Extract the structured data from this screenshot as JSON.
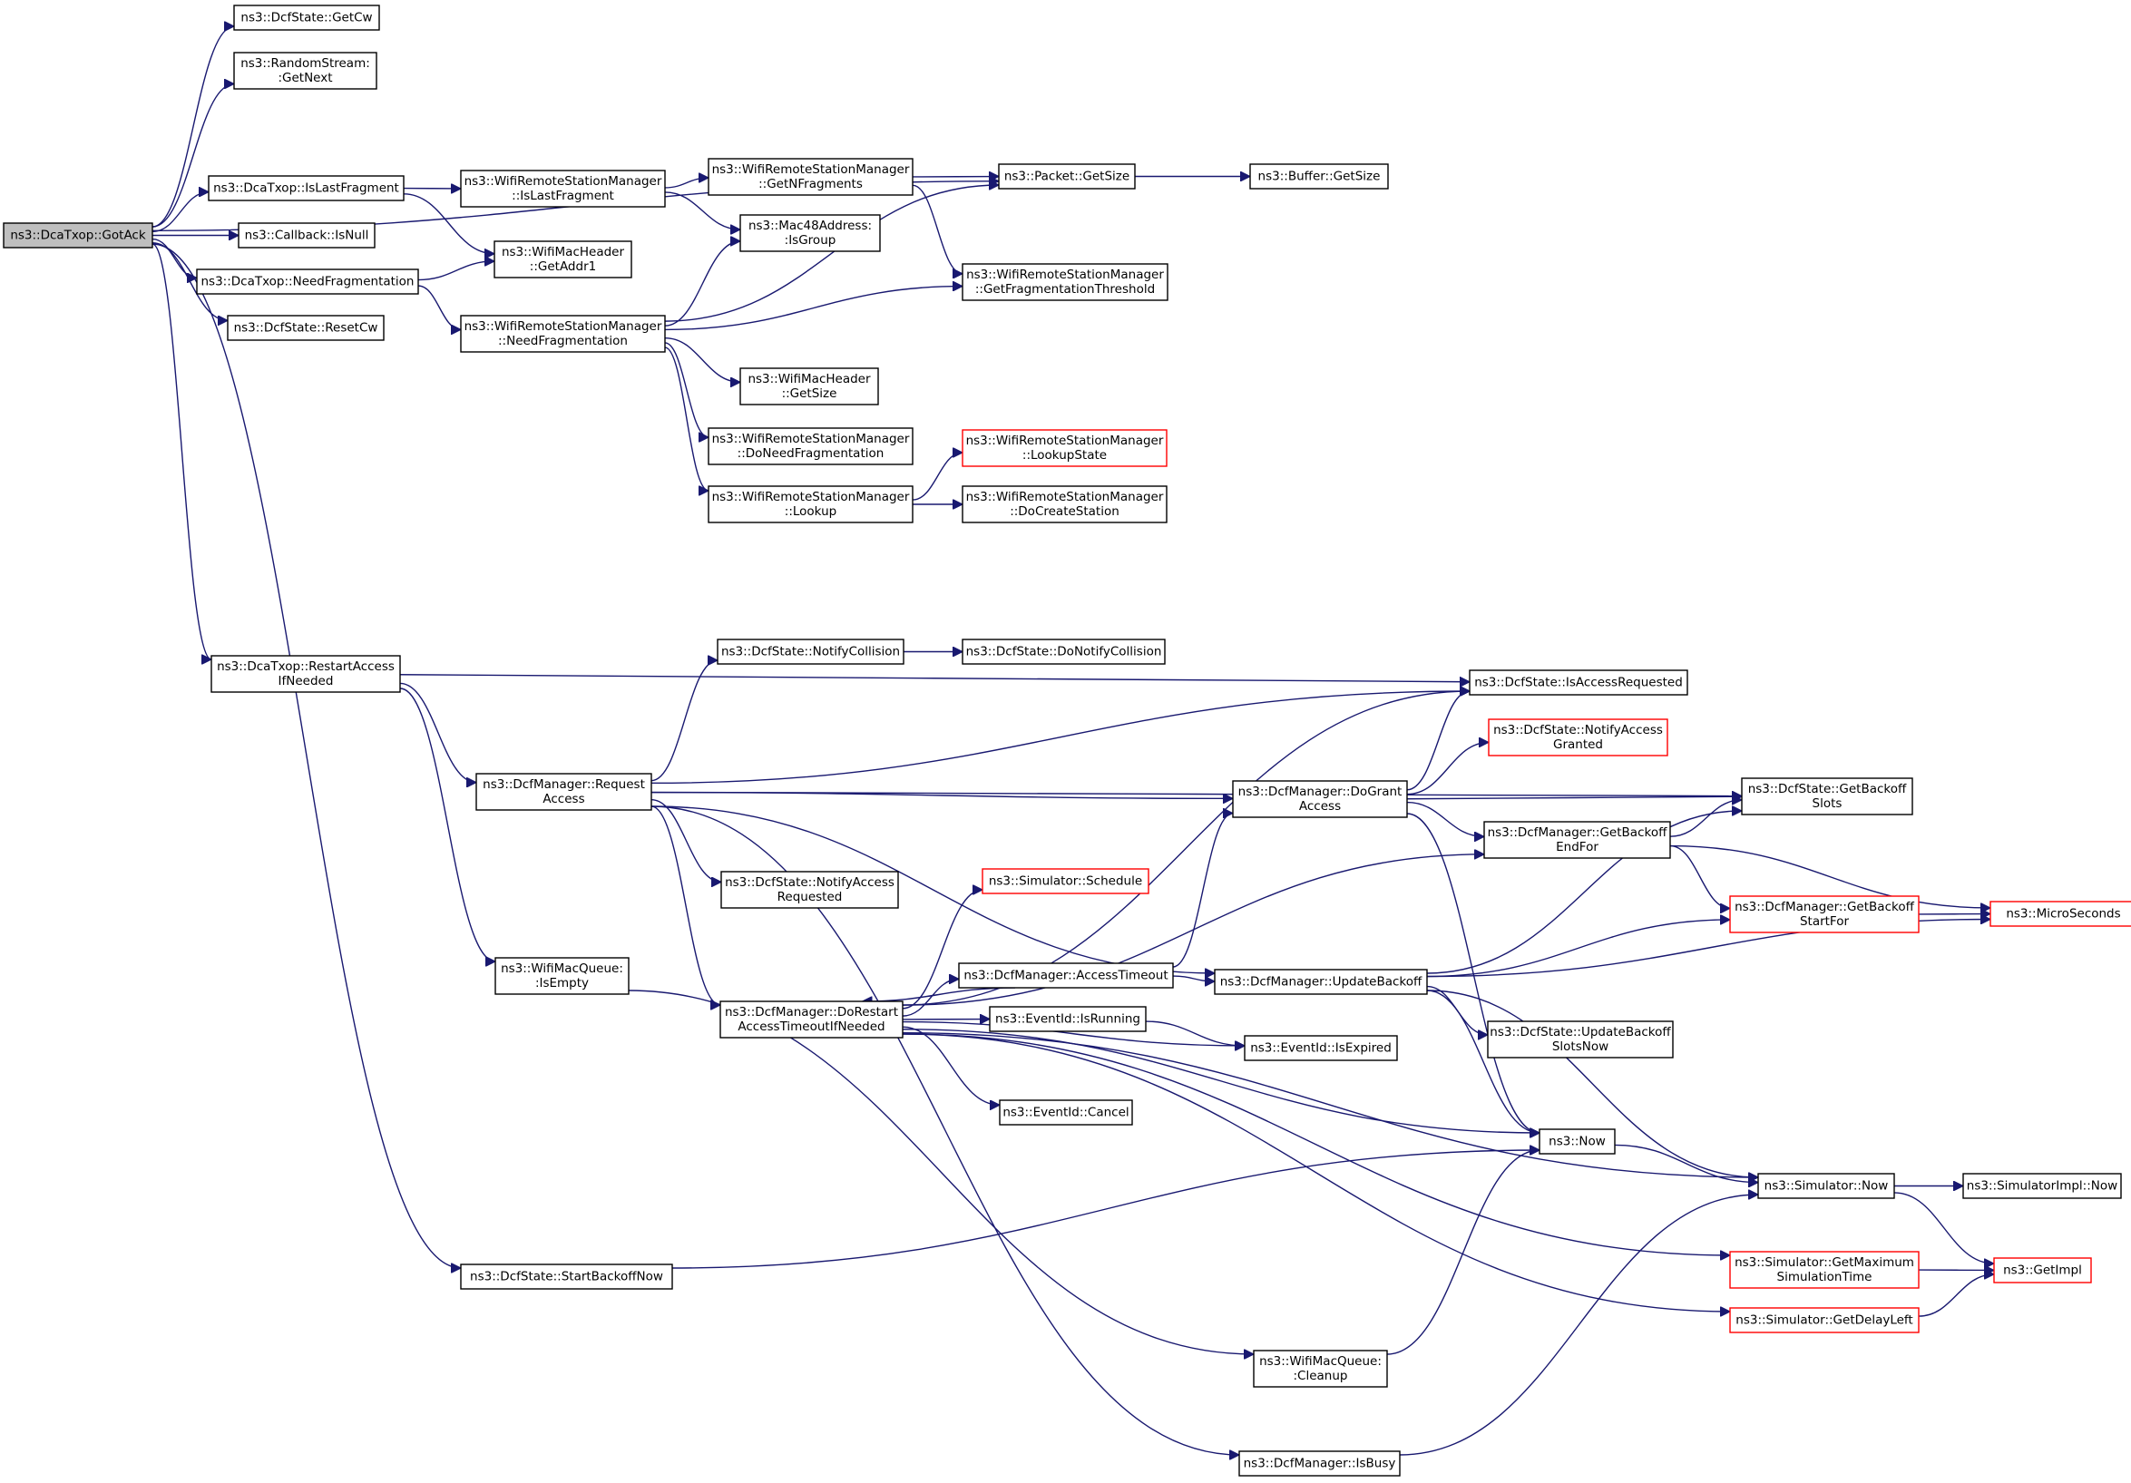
{
  "colors": {
    "edge": "#191970",
    "root_fill": "#bfbfbf",
    "node_border": "#000000",
    "truncated_border": "#ff0000"
  },
  "nodes": [
    {
      "id": "gotack",
      "lines": [
        "ns3::DcaTxop::GotAck"
      ],
      "style": "root"
    },
    {
      "id": "getcw",
      "lines": [
        "ns3::DcfState::GetCw"
      ]
    },
    {
      "id": "randnext",
      "lines": [
        "ns3::RandomStream:",
        ":GetNext"
      ]
    },
    {
      "id": "islastfrag",
      "lines": [
        "ns3::DcaTxop::IsLastFragment"
      ]
    },
    {
      "id": "isnull",
      "lines": [
        "ns3::Callback::IsNull"
      ]
    },
    {
      "id": "needfrag",
      "lines": [
        "ns3::DcaTxop::NeedFragmentation"
      ]
    },
    {
      "id": "resetcw",
      "lines": [
        "ns3::DcfState::ResetCw"
      ]
    },
    {
      "id": "restartaccess",
      "lines": [
        "ns3::DcaTxop::RestartAccess",
        "IfNeeded"
      ]
    },
    {
      "id": "startbackoff",
      "lines": [
        "ns3::DcfState::StartBackoffNow"
      ]
    },
    {
      "id": "wrsm_islast",
      "lines": [
        "ns3::WifiRemoteStationManager",
        "::IsLastFragment"
      ]
    },
    {
      "id": "getaddr1",
      "lines": [
        "ns3::WifiMacHeader",
        "::GetAddr1"
      ]
    },
    {
      "id": "wrsm_needfrag",
      "lines": [
        "ns3::WifiRemoteStationManager",
        "::NeedFragmentation"
      ]
    },
    {
      "id": "getnfrag",
      "lines": [
        "ns3::WifiRemoteStationManager",
        "::GetNFragments"
      ]
    },
    {
      "id": "isgroup",
      "lines": [
        "ns3::Mac48Address:",
        ":IsGroup"
      ]
    },
    {
      "id": "hdr_getsize",
      "lines": [
        "ns3::WifiMacHeader",
        "::GetSize"
      ]
    },
    {
      "id": "doneedfrag",
      "lines": [
        "ns3::WifiRemoteStationManager",
        "::DoNeedFragmentation"
      ]
    },
    {
      "id": "lookup",
      "lines": [
        "ns3::WifiRemoteStationManager",
        "::Lookup"
      ]
    },
    {
      "id": "pkt_getsize",
      "lines": [
        "ns3::Packet::GetSize"
      ]
    },
    {
      "id": "buf_getsize",
      "lines": [
        "ns3::Buffer::GetSize"
      ]
    },
    {
      "id": "getfragthresh",
      "lines": [
        "ns3::WifiRemoteStationManager",
        "::GetFragmentationThreshold"
      ]
    },
    {
      "id": "lookupstate",
      "lines": [
        "ns3::WifiRemoteStationManager",
        "::LookupState"
      ],
      "style": "red"
    },
    {
      "id": "docreate",
      "lines": [
        "ns3::WifiRemoteStationManager",
        "::DoCreateStation"
      ]
    },
    {
      "id": "notifycollision",
      "lines": [
        "ns3::DcfState::NotifyCollision"
      ]
    },
    {
      "id": "donotifycollision",
      "lines": [
        "ns3::DcfState::DoNotifyCollision"
      ]
    },
    {
      "id": "isaccessreq",
      "lines": [
        "ns3::DcfState::IsAccessRequested"
      ]
    },
    {
      "id": "notifyaccessgranted",
      "lines": [
        "ns3::DcfState::NotifyAccess",
        "Granted"
      ],
      "style": "red"
    },
    {
      "id": "requestaccess",
      "lines": [
        "ns3::DcfManager::Request",
        "Access"
      ]
    },
    {
      "id": "dogrant",
      "lines": [
        "ns3::DcfManager::DoGrant",
        "Access"
      ]
    },
    {
      "id": "getbackoffslots",
      "lines": [
        "ns3::DcfState::GetBackoff",
        "Slots"
      ]
    },
    {
      "id": "notifyaccessreq",
      "lines": [
        "ns3::DcfState::NotifyAccess",
        "Requested"
      ]
    },
    {
      "id": "getbackoffendfor",
      "lines": [
        "ns3::DcfManager::GetBackoff",
        "EndFor"
      ]
    },
    {
      "id": "schedule",
      "lines": [
        "ns3::Simulator::Schedule"
      ],
      "style": "red"
    },
    {
      "id": "getbackoffstartfor",
      "lines": [
        "ns3::DcfManager::GetBackoff",
        "StartFor"
      ],
      "style": "red"
    },
    {
      "id": "microseconds",
      "lines": [
        "ns3::MicroSeconds"
      ],
      "style": "red"
    },
    {
      "id": "isempty",
      "lines": [
        "ns3::WifiMacQueue:",
        ":IsEmpty"
      ]
    },
    {
      "id": "accesstimeout",
      "lines": [
        "ns3::DcfManager::AccessTimeout"
      ]
    },
    {
      "id": "updatebackoff",
      "lines": [
        "ns3::DcfManager::UpdateBackoff"
      ]
    },
    {
      "id": "dorestart",
      "lines": [
        "ns3::DcfManager::DoRestart",
        "AccessTimeoutIfNeeded"
      ]
    },
    {
      "id": "isrunning",
      "lines": [
        "ns3::EventId::IsRunning"
      ]
    },
    {
      "id": "isexpired",
      "lines": [
        "ns3::EventId::IsExpired"
      ]
    },
    {
      "id": "updatebackoffslots",
      "lines": [
        "ns3::DcfState::UpdateBackoff",
        "SlotsNow"
      ]
    },
    {
      "id": "cancel",
      "lines": [
        "ns3::EventId::Cancel"
      ]
    },
    {
      "id": "now",
      "lines": [
        "ns3::Now"
      ]
    },
    {
      "id": "simnow",
      "lines": [
        "ns3::Simulator::Now"
      ]
    },
    {
      "id": "implnow",
      "lines": [
        "ns3::SimulatorImpl::Now"
      ]
    },
    {
      "id": "getmaxsim",
      "lines": [
        "ns3::Simulator::GetMaximum",
        "SimulationTime"
      ],
      "style": "red"
    },
    {
      "id": "getimpl",
      "lines": [
        "ns3::GetImpl"
      ],
      "style": "red"
    },
    {
      "id": "getdelayleft",
      "lines": [
        "ns3::Simulator::GetDelayLeft"
      ],
      "style": "red"
    },
    {
      "id": "cleanup",
      "lines": [
        "ns3::WifiMacQueue:",
        ":Cleanup"
      ]
    },
    {
      "id": "isbusy",
      "lines": [
        "ns3::DcfManager::IsBusy"
      ]
    }
  ],
  "edges": [
    [
      "gotack",
      "getcw"
    ],
    [
      "gotack",
      "randnext"
    ],
    [
      "gotack",
      "pkt_getsize"
    ],
    [
      "gotack",
      "islastfrag"
    ],
    [
      "gotack",
      "isnull"
    ],
    [
      "gotack",
      "needfrag"
    ],
    [
      "gotack",
      "resetcw"
    ],
    [
      "gotack",
      "restartaccess"
    ],
    [
      "gotack",
      "startbackoff"
    ],
    [
      "islastfrag",
      "wrsm_islast"
    ],
    [
      "islastfrag",
      "getaddr1"
    ],
    [
      "needfrag",
      "getaddr1"
    ],
    [
      "needfrag",
      "wrsm_needfrag"
    ],
    [
      "wrsm_islast",
      "getnfrag"
    ],
    [
      "wrsm_islast",
      "isgroup"
    ],
    [
      "getnfrag",
      "pkt_getsize"
    ],
    [
      "getnfrag",
      "getfragthresh"
    ],
    [
      "pkt_getsize",
      "buf_getsize"
    ],
    [
      "wrsm_needfrag",
      "isgroup"
    ],
    [
      "wrsm_needfrag",
      "pkt_getsize"
    ],
    [
      "wrsm_needfrag",
      "getfragthresh"
    ],
    [
      "wrsm_needfrag",
      "hdr_getsize"
    ],
    [
      "wrsm_needfrag",
      "doneedfrag"
    ],
    [
      "wrsm_needfrag",
      "lookup"
    ],
    [
      "lookup",
      "lookupstate"
    ],
    [
      "lookup",
      "docreate"
    ],
    [
      "restartaccess",
      "isaccessreq"
    ],
    [
      "restartaccess",
      "requestaccess"
    ],
    [
      "restartaccess",
      "isempty"
    ],
    [
      "requestaccess",
      "getbackoffslots"
    ],
    [
      "requestaccess",
      "notifycollision"
    ],
    [
      "requestaccess",
      "isaccessreq"
    ],
    [
      "requestaccess",
      "dogrant"
    ],
    [
      "requestaccess",
      "notifyaccessreq"
    ],
    [
      "requestaccess",
      "updatebackoff"
    ],
    [
      "requestaccess",
      "dorestart"
    ],
    [
      "requestaccess",
      "isbusy"
    ],
    [
      "notifycollision",
      "donotifycollision"
    ],
    [
      "dogrant",
      "isaccessreq"
    ],
    [
      "dogrant",
      "notifyaccessgranted"
    ],
    [
      "dogrant",
      "getbackoffslots"
    ],
    [
      "dogrant",
      "getbackoffendfor"
    ],
    [
      "dogrant",
      "now"
    ],
    [
      "getbackoffendfor",
      "getbackoffslots"
    ],
    [
      "getbackoffendfor",
      "getbackoffstartfor"
    ],
    [
      "getbackoffendfor",
      "microseconds"
    ],
    [
      "getbackoffstartfor",
      "microseconds"
    ],
    [
      "dorestart",
      "isaccessreq"
    ],
    [
      "dorestart",
      "schedule"
    ],
    [
      "dorestart",
      "getbackoffendfor"
    ],
    [
      "dorestart",
      "accesstimeout"
    ],
    [
      "dorestart",
      "isrunning"
    ],
    [
      "dorestart",
      "isexpired"
    ],
    [
      "dorestart",
      "cancel"
    ],
    [
      "dorestart",
      "now"
    ],
    [
      "dorestart",
      "simnow"
    ],
    [
      "dorestart",
      "getmaxsim"
    ],
    [
      "dorestart",
      "getdelayleft"
    ],
    [
      "accesstimeout",
      "dogrant"
    ],
    [
      "accesstimeout",
      "dorestart"
    ],
    [
      "accesstimeout",
      "updatebackoff"
    ],
    [
      "isrunning",
      "isexpired"
    ],
    [
      "updatebackoff",
      "getbackoffslots"
    ],
    [
      "updatebackoff",
      "getbackoffstartfor"
    ],
    [
      "updatebackoff",
      "microseconds"
    ],
    [
      "updatebackoff",
      "updatebackoffslots"
    ],
    [
      "updatebackoff",
      "now"
    ],
    [
      "updatebackoff",
      "simnow"
    ],
    [
      "now",
      "simnow"
    ],
    [
      "simnow",
      "implnow"
    ],
    [
      "simnow",
      "getimpl"
    ],
    [
      "getmaxsim",
      "getimpl"
    ],
    [
      "getdelayleft",
      "getimpl"
    ],
    [
      "isempty",
      "cleanup"
    ],
    [
      "cleanup",
      "now"
    ],
    [
      "startbackoff",
      "now"
    ],
    [
      "isbusy",
      "simnow"
    ]
  ]
}
